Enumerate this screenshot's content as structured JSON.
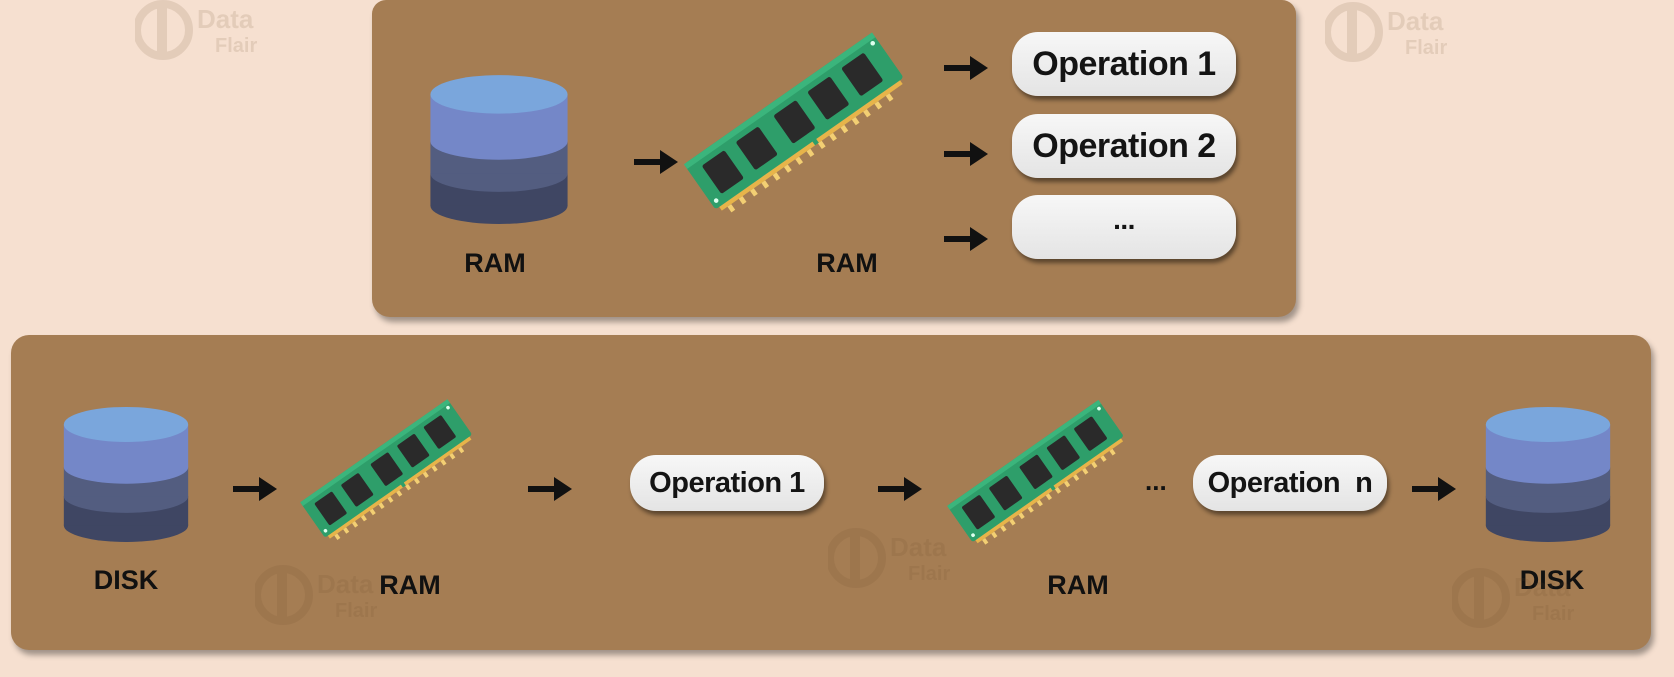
{
  "top_panel": {
    "db_label": "RAM",
    "ram_label": "RAM",
    "operations": [
      "Operation 1",
      "Operation 2",
      "..."
    ]
  },
  "bottom_panel": {
    "disk_left_label": "DISK",
    "ram1_label": "RAM",
    "operation1": "Operation 1",
    "ram2_label": "RAM",
    "ellipsis": "...",
    "operation_n": "Operation  n",
    "disk_right_label": "DISK"
  },
  "watermark": "Data Flair",
  "colors": {
    "background": "#f6e0d0",
    "panel": "#a57d53",
    "db_top": "#7aa6dc",
    "db_mid1": "#7487c8",
    "db_mid2": "#535d80",
    "db_bottom": "#3f4663",
    "ram_board": "#2e9e6a",
    "ram_chip": "#2a2a2a",
    "ram_pins": "#e7b44a"
  },
  "icons": [
    "database-icon",
    "ram-stick-icon",
    "arrow-right-icon",
    "watermark-logo-icon"
  ]
}
